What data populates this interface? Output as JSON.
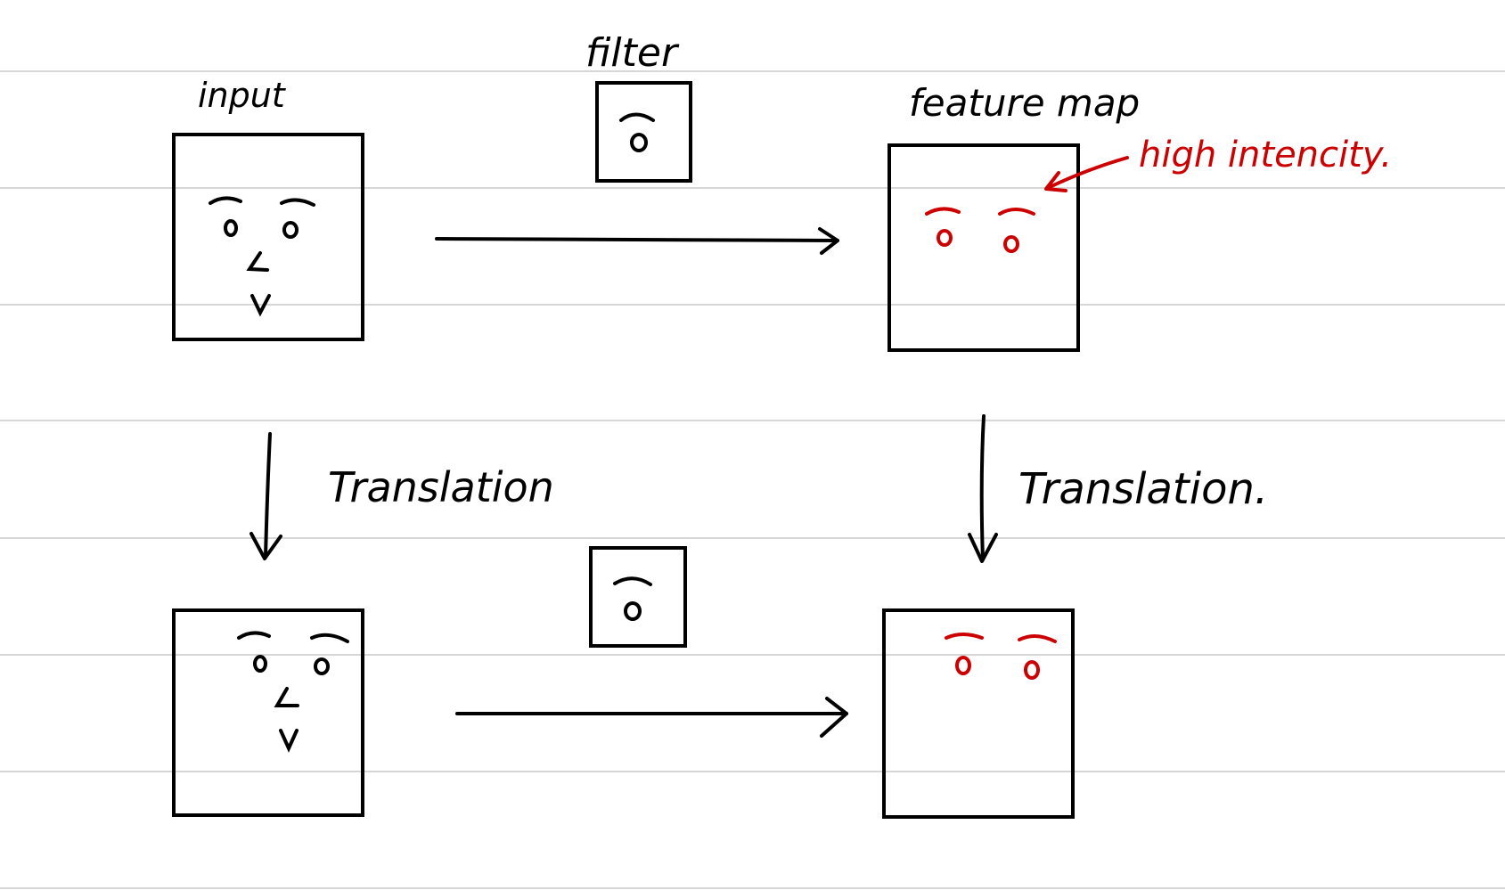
{
  "colors": {
    "ruled_line": "#d6d6d6",
    "ink": "#000000",
    "highlight": "#cc0000",
    "background": "#ffffff"
  },
  "labels": {
    "input": "input",
    "filter": "filter",
    "feature_map": "feature map",
    "high_intensity": "high intencity.",
    "translation_left": "Translation",
    "translation_right": "Translation."
  },
  "icons": {
    "face": "face-icon",
    "eye": "eye-icon",
    "arrow": "arrow-icon"
  }
}
